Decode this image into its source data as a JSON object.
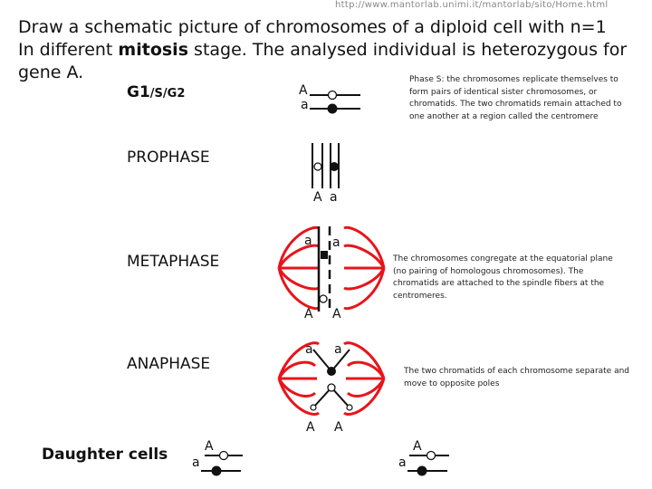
{
  "url": "http://www.mantorlab.unimi.it/mantorlab/sito/Home.html",
  "title": {
    "line1": "Draw a schematic picture of chromosomes of a diploid cell with n=1",
    "line2_pre": "In different ",
    "line2_bold": "mitosis",
    "line2_post": " stage. The analysed individual is heterozygous for",
    "line3": "gene A."
  },
  "stages": {
    "g1_main": "G1",
    "g1_sub": "/S/G2",
    "prophase": "PROPHASE",
    "metaphase": "METAPHASE",
    "anaphase": "ANAPHASE",
    "daughter": "Daughter cells"
  },
  "notes": {
    "phase_s": "Phase S: the chromosomes replicate themselves to form pairs of identical sister chromosomes, or chromatids. The two chromatids remain attached to one another at a region called the centromere",
    "metaphase": "The chromosomes congregate at the equatorial plane (no pairing of homologous chromosomes). The chromatids are attached to the spindle fibers at the centromeres.",
    "anaphase": "The two chromatids of each chromosome separate and move to opposite poles"
  },
  "alleles": {
    "dominant": "A",
    "recessive": "a"
  },
  "colors": {
    "spindle": "#e8141b",
    "chromosome": "#111111"
  }
}
